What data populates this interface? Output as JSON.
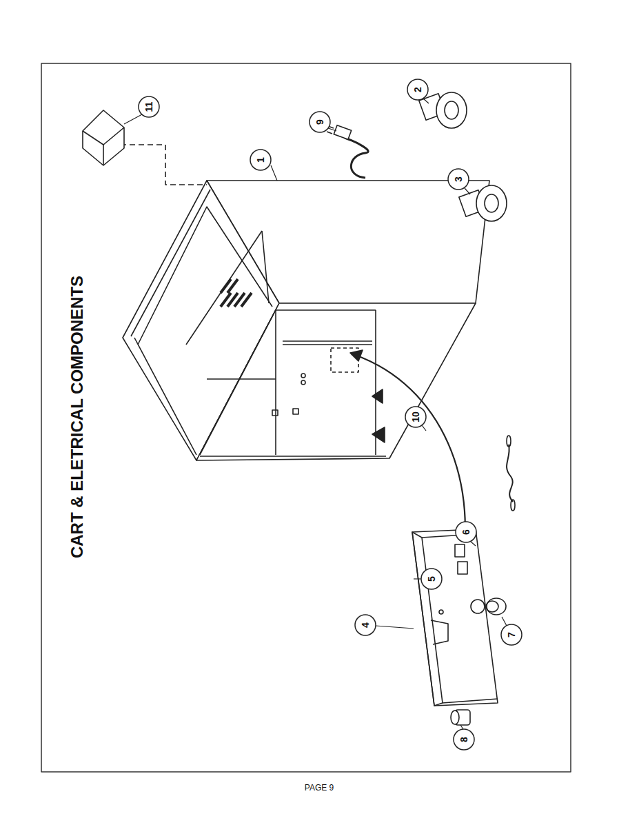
{
  "diagram": {
    "title": "CART & ELETRICAL COMPONENTS",
    "labels": [
      "1",
      "2",
      "3",
      "4",
      "5",
      "6",
      "7",
      "8",
      "9",
      "10",
      "11",
      "PAGE 9"
    ]
  }
}
